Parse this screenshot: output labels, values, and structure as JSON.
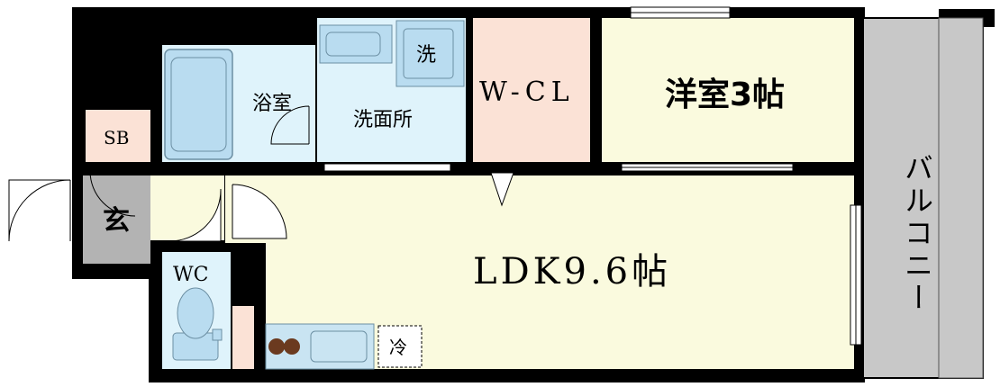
{
  "rooms": {
    "bathroom": "浴室",
    "washroom": "洗面所",
    "washer": "洗",
    "wcl": "W-CL",
    "western_room": "洋室3帖",
    "sb": "SB",
    "entrance": "玄",
    "wc": "WC",
    "ldk": "LDK9.6帖",
    "fridge": "冷",
    "balcony": "バルコニー"
  },
  "colors": {
    "wall": "#000000",
    "bath_room": "#dff3fb",
    "bath_fixture": "#b9dcf0",
    "wcl": "#fbe2d6",
    "living": "#fafade",
    "sb": "#fbe2d6",
    "entrance": "#b3b3b3",
    "balcony": "#c8c8c8",
    "kitchen": "#c9e4f2"
  }
}
